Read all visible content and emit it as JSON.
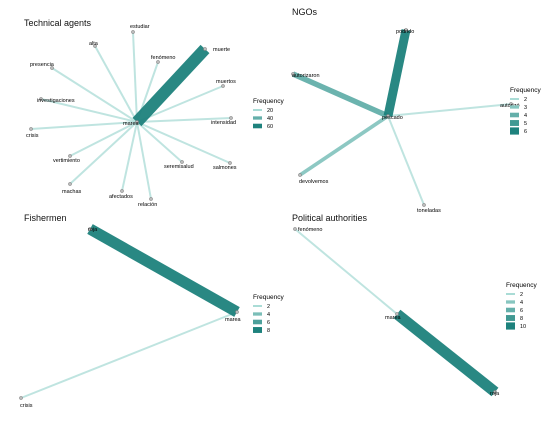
{
  "chart_data": [
    {
      "type": "network",
      "title": "Technical agents",
      "hub": "marea",
      "legend": {
        "title": "Frequency",
        "values": [
          20,
          40,
          60
        ]
      },
      "nodes": [
        "marea",
        "estudiar",
        "alta",
        "fenómeno",
        "presencia",
        "muertos",
        "investigaciones",
        "intensidad",
        "crisis",
        "vertimiento",
        "seremisalud",
        "salmones",
        "machas",
        "afectados",
        "relación",
        "muerte"
      ],
      "edges": [
        {
          "source": "marea",
          "target": "muerte",
          "frequency": 65
        },
        {
          "source": "marea",
          "target": "estudiar",
          "frequency": 5
        },
        {
          "source": "marea",
          "target": "alta",
          "frequency": 5
        },
        {
          "source": "marea",
          "target": "fenómeno",
          "frequency": 6
        },
        {
          "source": "marea",
          "target": "presencia",
          "frequency": 8
        },
        {
          "source": "marea",
          "target": "muertos",
          "frequency": 6
        },
        {
          "source": "marea",
          "target": "investigaciones",
          "frequency": 10
        },
        {
          "source": "marea",
          "target": "intensidad",
          "frequency": 6
        },
        {
          "source": "marea",
          "target": "crisis",
          "frequency": 6
        },
        {
          "source": "marea",
          "target": "vertimiento",
          "frequency": 6
        },
        {
          "source": "marea",
          "target": "seremisalud",
          "frequency": 5
        },
        {
          "source": "marea",
          "target": "salmones",
          "frequency": 5
        },
        {
          "source": "marea",
          "target": "machas",
          "frequency": 5
        },
        {
          "source": "marea",
          "target": "afectados",
          "frequency": 6
        },
        {
          "source": "marea",
          "target": "relación",
          "frequency": 5
        }
      ]
    },
    {
      "type": "network",
      "title": "NGOs",
      "hub": "pescado",
      "legend": {
        "title": "Frequency",
        "values": [
          2,
          3,
          4,
          5,
          6
        ]
      },
      "nodes": [
        "pescado",
        "podrido",
        "autorizaron",
        "autorizó",
        "devolvemos",
        "toneladas"
      ],
      "edges": [
        {
          "source": "pescado",
          "target": "podrido",
          "frequency": 6
        },
        {
          "source": "pescado",
          "target": "autorizaron",
          "frequency": 4
        },
        {
          "source": "pescado",
          "target": "devolvemos",
          "frequency": 3
        },
        {
          "source": "pescado",
          "target": "autorizó",
          "frequency": 2
        },
        {
          "source": "pescado",
          "target": "toneladas",
          "frequency": 2
        }
      ]
    },
    {
      "type": "network",
      "title": "Fishermen",
      "hub": "marea",
      "legend": {
        "title": "Frequency",
        "values": [
          2,
          4,
          6,
          8
        ]
      },
      "nodes": [
        "roja",
        "marea",
        "crisis"
      ],
      "edges": [
        {
          "source": "roja",
          "target": "marea",
          "frequency": 9
        },
        {
          "source": "marea",
          "target": "crisis",
          "frequency": 2
        }
      ]
    },
    {
      "type": "network",
      "title": "Political authorities",
      "hub": "marea",
      "legend": {
        "title": "Frequency",
        "values": [
          2,
          4,
          6,
          8,
          10
        ]
      },
      "nodes": [
        "fenómeno",
        "marea",
        "roja"
      ],
      "edges": [
        {
          "source": "marea",
          "target": "roja",
          "frequency": 10
        },
        {
          "source": "marea",
          "target": "fenómeno",
          "frequency": 2
        }
      ]
    }
  ]
}
